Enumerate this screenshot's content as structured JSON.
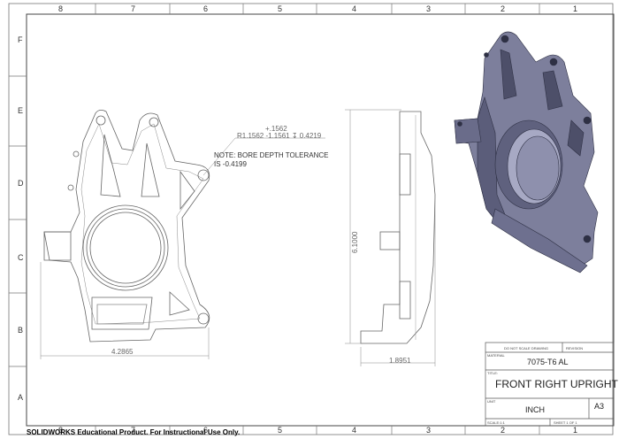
{
  "zones": {
    "columns": [
      "8",
      "7",
      "6",
      "5",
      "4",
      "3",
      "2",
      "1"
    ],
    "rows": [
      "F",
      "E",
      "D",
      "C",
      "B",
      "A"
    ]
  },
  "front_view": {
    "hole_callout_line1": "+.1562",
    "hole_callout_line2": "R1.1562 -1.1561 ↧ 0.4219",
    "note_line1": "NOTE: BORE DEPTH TOLERANCE",
    "note_line2": "IS -0.4199",
    "width_dim": "4.2865"
  },
  "side_view": {
    "height_dim": "6.1000",
    "width_dim": "1.8951"
  },
  "title_block": {
    "do_not_scale": "DO NOT SCALE DRAWING",
    "revision_label": "REVISION",
    "material_label": "MATERIAL",
    "material": "7075-T6 AL",
    "title_label": "TITLE:",
    "title": "FRONT RIGHT UPRIGHT",
    "units_label": "UNIT",
    "units": "INCH",
    "size": "A3",
    "scale": "SCALE:1:1",
    "sheet": "SHEET 1 OF 1"
  },
  "watermark": "SOLIDWORKS Educational Product. For Instructional Use Only.",
  "colors": {
    "part_face": "#7d7f9c",
    "part_dark": "#4d4f69",
    "part_light": "#a7a9c4",
    "line": "#555555"
  }
}
